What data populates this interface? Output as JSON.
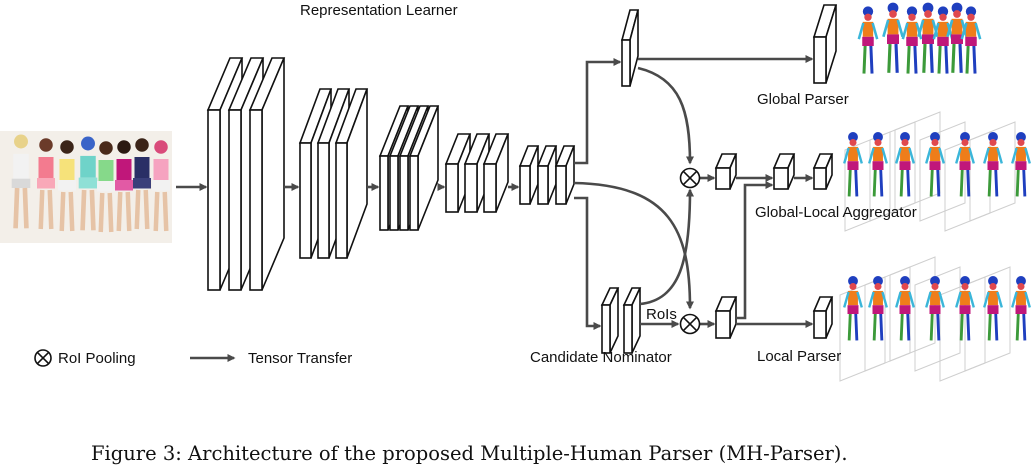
{
  "labels": {
    "representation_learner": "Representation Learner",
    "global_parser": "Global Parser",
    "global_local_aggregator": "Global-Local Aggregator",
    "candidate_nominator": "Candidate Nominator",
    "rois": "RoIs",
    "local_parser": "Local Parser"
  },
  "legend": {
    "roi_pooling": "RoI Pooling",
    "tensor_transfer": "Tensor Transfer"
  },
  "caption": "Figure 3: Architecture of the proposed Multiple-Human Parser (MH-Parser).",
  "colors": {
    "arrow": "#4a4a4a",
    "block_stroke": "#111111",
    "parse_head": "#1f3fbf",
    "parse_face": "#e0484e",
    "parse_torso": "#ef7d1a",
    "parse_arm": "#3bb6d9",
    "parse_leg": "#3c9a3a",
    "parse_skirt": "#c0177a"
  }
}
